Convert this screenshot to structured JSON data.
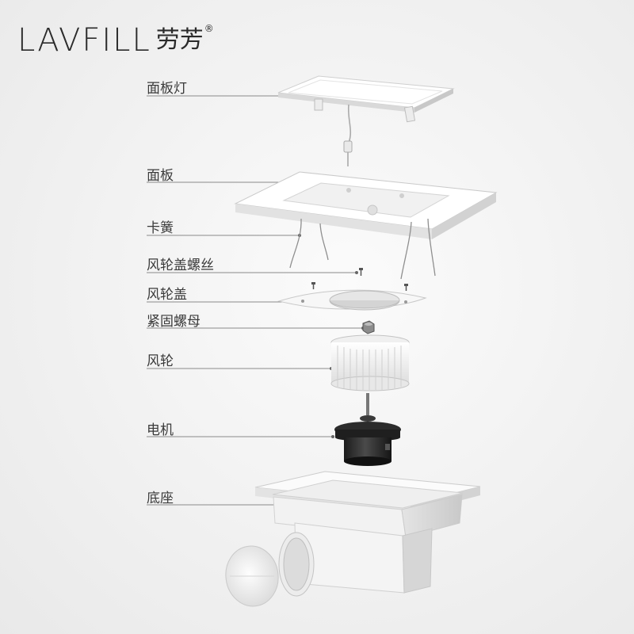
{
  "brand": {
    "name": "LAVFILL",
    "cn": "劳芳",
    "reg": "®"
  },
  "labels": {
    "panel_light": "面板灯",
    "panel": "面板",
    "spring_clip": "卡簧",
    "impeller_cover_screw": "风轮盖螺丝",
    "impeller_cover": "风轮盖",
    "lock_nut": "紧固螺母",
    "impeller": "风轮",
    "motor": "电机",
    "base": "底座"
  }
}
